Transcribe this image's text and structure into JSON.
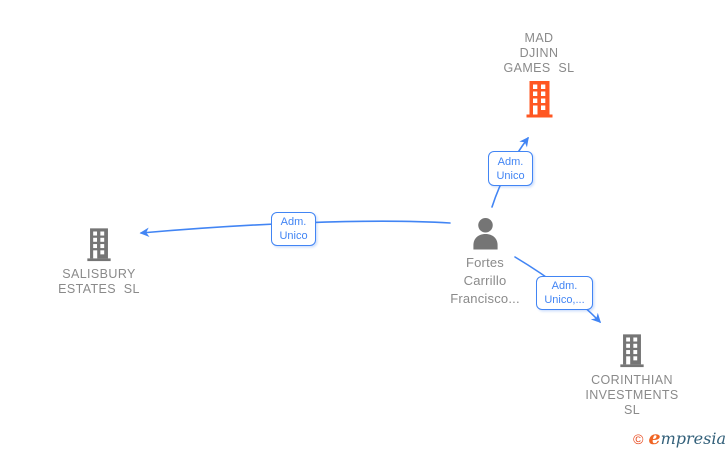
{
  "diagram_type": "corporate-relationship-graph",
  "colors": {
    "background": "#ffffff",
    "edge": "#4285f4",
    "label_text": "#4285f4",
    "label_border": "#4285f4",
    "node_text": "#8a8a8a",
    "company_icon_gray": "#757575",
    "company_icon_highlight": "#ff5722",
    "person_icon": "#757575",
    "brand_orange": "#f06423",
    "brand_teal": "#33607a"
  },
  "nodes": [
    {
      "id": "mad-djinn-games-sl",
      "type": "company",
      "icon": "building-icon",
      "icon_color": "#ff5722",
      "lines": [
        "MAD",
        "DJINN",
        "GAMES  SL"
      ]
    },
    {
      "id": "salisbury-estates-sl",
      "type": "company",
      "icon": "building-icon",
      "icon_color": "#757575",
      "lines": [
        "SALISBURY",
        "ESTATES  SL"
      ]
    },
    {
      "id": "corinthian-investments-sl",
      "type": "company",
      "icon": "building-icon",
      "icon_color": "#757575",
      "lines": [
        "CORINTHIAN",
        "INVESTMENTS",
        "SL"
      ]
    },
    {
      "id": "fortes-carrillo-francisco",
      "type": "person",
      "icon": "person-icon",
      "icon_color": "#757575",
      "lines": [
        "Fortes",
        "Carrillo",
        "Francisco..."
      ]
    }
  ],
  "edges": [
    {
      "from": "fortes-carrillo-francisco",
      "to": "mad-djinn-games-sl",
      "label_lines": [
        "Adm.",
        "Unico"
      ]
    },
    {
      "from": "fortes-carrillo-francisco",
      "to": "salisbury-estates-sl",
      "label_lines": [
        "Adm.",
        "Unico"
      ]
    },
    {
      "from": "fortes-carrillo-francisco",
      "to": "corinthian-investments-sl",
      "label_lines": [
        "Adm.",
        "Unico,..."
      ]
    }
  ],
  "footer": {
    "copyright_symbol": "©",
    "brand_e": "e",
    "brand_rest": "mpresia"
  }
}
